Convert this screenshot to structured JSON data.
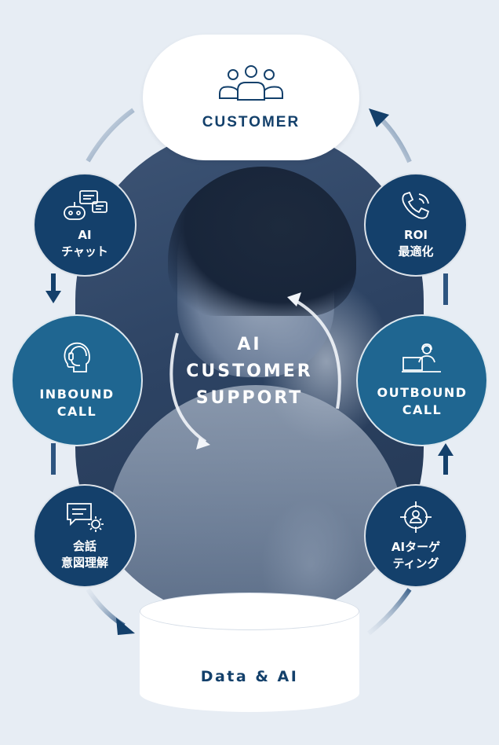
{
  "customer": {
    "label": "CUSTOMER",
    "icon": "people-group-icon"
  },
  "center": {
    "line1": "AI",
    "line2": "CUSTOMER",
    "line3": "SUPPORT"
  },
  "nodes": {
    "ai_chat": {
      "label": "AI\nチャット",
      "icon": "chat-bot-icon"
    },
    "roi": {
      "label": "ROI\n最適化",
      "icon": "phone-call-icon"
    },
    "inbound": {
      "label": "INBOUND\nCALL",
      "icon": "headset-agent-icon"
    },
    "outbound": {
      "label": "OUTBOUND\nCALL",
      "icon": "laptop-agent-icon"
    },
    "intent": {
      "label": "会話\n意図理解",
      "icon": "chat-gear-icon"
    },
    "targeting": {
      "label": "AIターゲ\nティング",
      "icon": "target-person-icon"
    }
  },
  "data_store": {
    "label": "Data & AI"
  },
  "colors": {
    "background": "#e7edf4",
    "navy": "#14406b",
    "teal": "#1f6691",
    "text_navy": "#13406b",
    "arrow": "#5d7fa1"
  }
}
